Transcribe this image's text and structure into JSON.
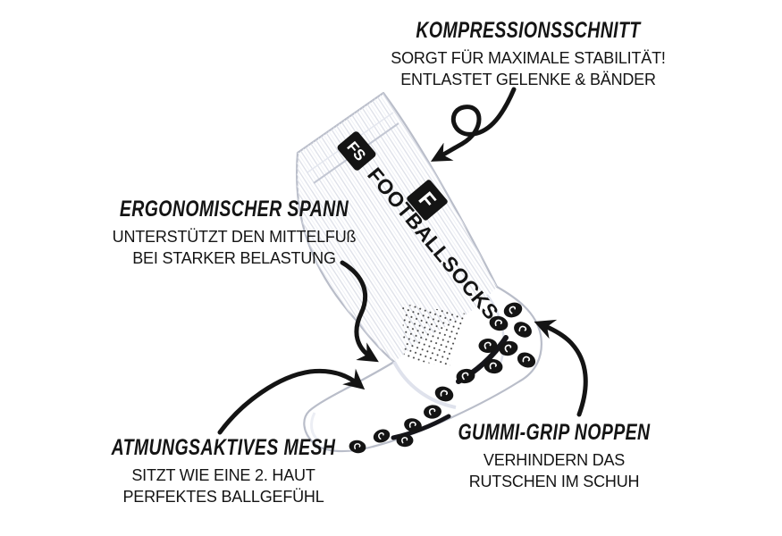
{
  "callouts": [
    {
      "id": "kompressionsschnitt",
      "title": "KOMPRESSIONSSCHNITT",
      "lines": [
        "SORGT FÜR MAXIMALE STABILITÄT!",
        "ENTLASTET GELENKE & BÄNDER"
      ]
    },
    {
      "id": "ergonomischer-spann",
      "title": "ERGONOMISCHER SPANN",
      "lines": [
        "UNTERSTÜTZT DEN MITTELFUß",
        "BEI STARKER BELASTUNG"
      ]
    },
    {
      "id": "atmungsaktives-mesh",
      "title": "ATMUNGSAKTIVES MESH",
      "lines": [
        "SITZT WIE EINE 2. HAUT",
        "PERFEKTES BALLGEFÜHL"
      ]
    },
    {
      "id": "gummi-grip-noppen",
      "title": "GUMMI-GRIP NOPPEN",
      "lines": [
        "VERHINDERN DAS",
        "RUTSCHEN IM SCHUH"
      ]
    }
  ],
  "product": {
    "brand_text": "FOOTBALLSOCKS",
    "logo_monogram": "FS",
    "logo_letter": "F"
  },
  "colors": {
    "ink": "#141414",
    "sock-outline": "#b9bdc9",
    "sock-shade": "#dfe2ec",
    "rib": "#d7dae4",
    "mesh-dot": "#3a3a3a",
    "background": "#ffffff"
  }
}
